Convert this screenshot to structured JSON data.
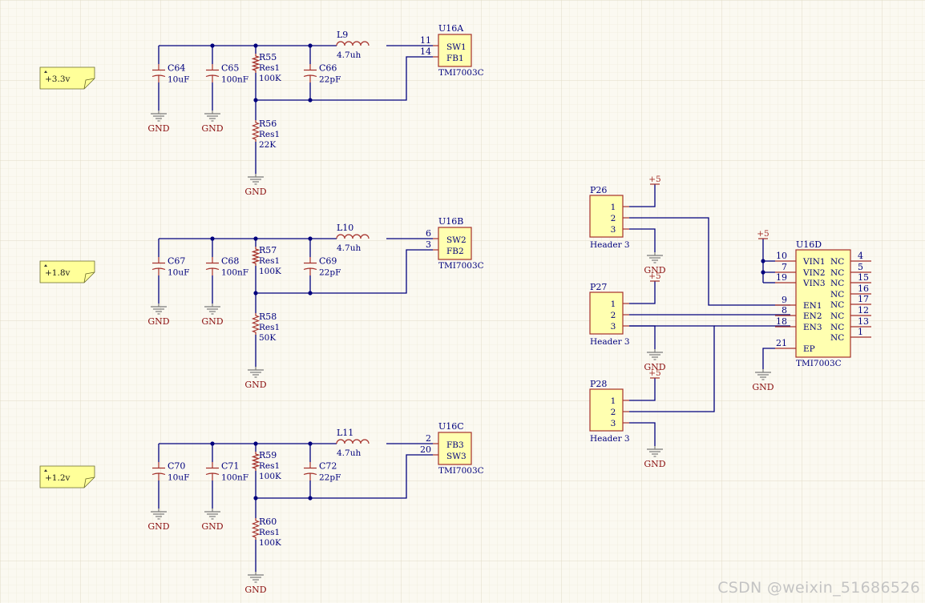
{
  "notes": [
    {
      "text": "+3.3v"
    },
    {
      "text": "+1.8v"
    },
    {
      "text": "+1.2v"
    }
  ],
  "gnd_label": "GND",
  "power_label": "+5",
  "rails": [
    {
      "c_in": {
        "ref": "C64",
        "value": "10uF"
      },
      "c_bulk": {
        "ref": "C65",
        "value": "100nF"
      },
      "r_top": {
        "ref": "R55",
        "type": "Res1",
        "value": "100K"
      },
      "c_ff": {
        "ref": "C66",
        "value": "22pF"
      },
      "r_bot": {
        "ref": "R56",
        "type": "Res1",
        "value": "22K"
      },
      "inductor": {
        "ref": "L9",
        "value": "4.7uh"
      },
      "ic": {
        "ref": "U16A",
        "part": "TMI7003C",
        "pins": [
          {
            "num": "11",
            "name": "SW1"
          },
          {
            "num": "14",
            "name": "FB1"
          }
        ]
      }
    },
    {
      "c_in": {
        "ref": "C67",
        "value": "10uF"
      },
      "c_bulk": {
        "ref": "C68",
        "value": "100nF"
      },
      "r_top": {
        "ref": "R57",
        "type": "Res1",
        "value": "100K"
      },
      "c_ff": {
        "ref": "C69",
        "value": "22pF"
      },
      "r_bot": {
        "ref": "R58",
        "type": "Res1",
        "value": "50K"
      },
      "inductor": {
        "ref": "L10",
        "value": "4.7uh"
      },
      "ic": {
        "ref": "U16B",
        "part": "TMI7003C",
        "pins": [
          {
            "num": "6",
            "name": "SW2"
          },
          {
            "num": "3",
            "name": "FB2"
          }
        ]
      }
    },
    {
      "c_in": {
        "ref": "C70",
        "value": "10uF"
      },
      "c_bulk": {
        "ref": "C71",
        "value": "100nF"
      },
      "r_top": {
        "ref": "R59",
        "type": "Res1",
        "value": "100K"
      },
      "c_ff": {
        "ref": "C72",
        "value": "22pF"
      },
      "r_bot": {
        "ref": "R60",
        "type": "Res1",
        "value": "100K"
      },
      "inductor": {
        "ref": "L11",
        "value": "4.7uh"
      },
      "ic": {
        "ref": "U16C",
        "part": "TMI7003C",
        "pins": [
          {
            "num": "2",
            "name": "FB3"
          },
          {
            "num": "20",
            "name": "SW3"
          }
        ]
      }
    }
  ],
  "headers": [
    {
      "ref": "P26",
      "type": "Header 3",
      "pins": [
        "1",
        "2",
        "3"
      ]
    },
    {
      "ref": "P27",
      "type": "Header 3",
      "pins": [
        "1",
        "2",
        "3"
      ]
    },
    {
      "ref": "P28",
      "type": "Header 3",
      "pins": [
        "1",
        "2",
        "3"
      ]
    }
  ],
  "u16d": {
    "ref": "U16D",
    "part": "TMI7003C",
    "left_pins": [
      {
        "num": "10",
        "name": "VIN1"
      },
      {
        "num": "7",
        "name": "VIN2"
      },
      {
        "num": "19",
        "name": "VIN3"
      },
      {
        "num": "9",
        "name": "EN1"
      },
      {
        "num": "8",
        "name": "EN2"
      },
      {
        "num": "18",
        "name": "EN3"
      },
      {
        "num": "21",
        "name": "EP"
      }
    ],
    "right_pins": [
      {
        "num": "4",
        "name": "NC"
      },
      {
        "num": "5",
        "name": "NC"
      },
      {
        "num": "15",
        "name": "NC"
      },
      {
        "num": "16",
        "name": "NC"
      },
      {
        "num": "17",
        "name": "NC"
      },
      {
        "num": "12",
        "name": "NC"
      },
      {
        "num": "13",
        "name": "NC"
      },
      {
        "num": "1",
        "name": "NC"
      }
    ]
  },
  "watermark": "CSDN @weixin_51686526",
  "colors": {
    "background": "#fbf9f1",
    "wire": "#00007d",
    "component": "#a5302a",
    "ic_fill": "#ffffb0",
    "note_fill": "#ffff99",
    "gnd_text": "#8b1010"
  }
}
